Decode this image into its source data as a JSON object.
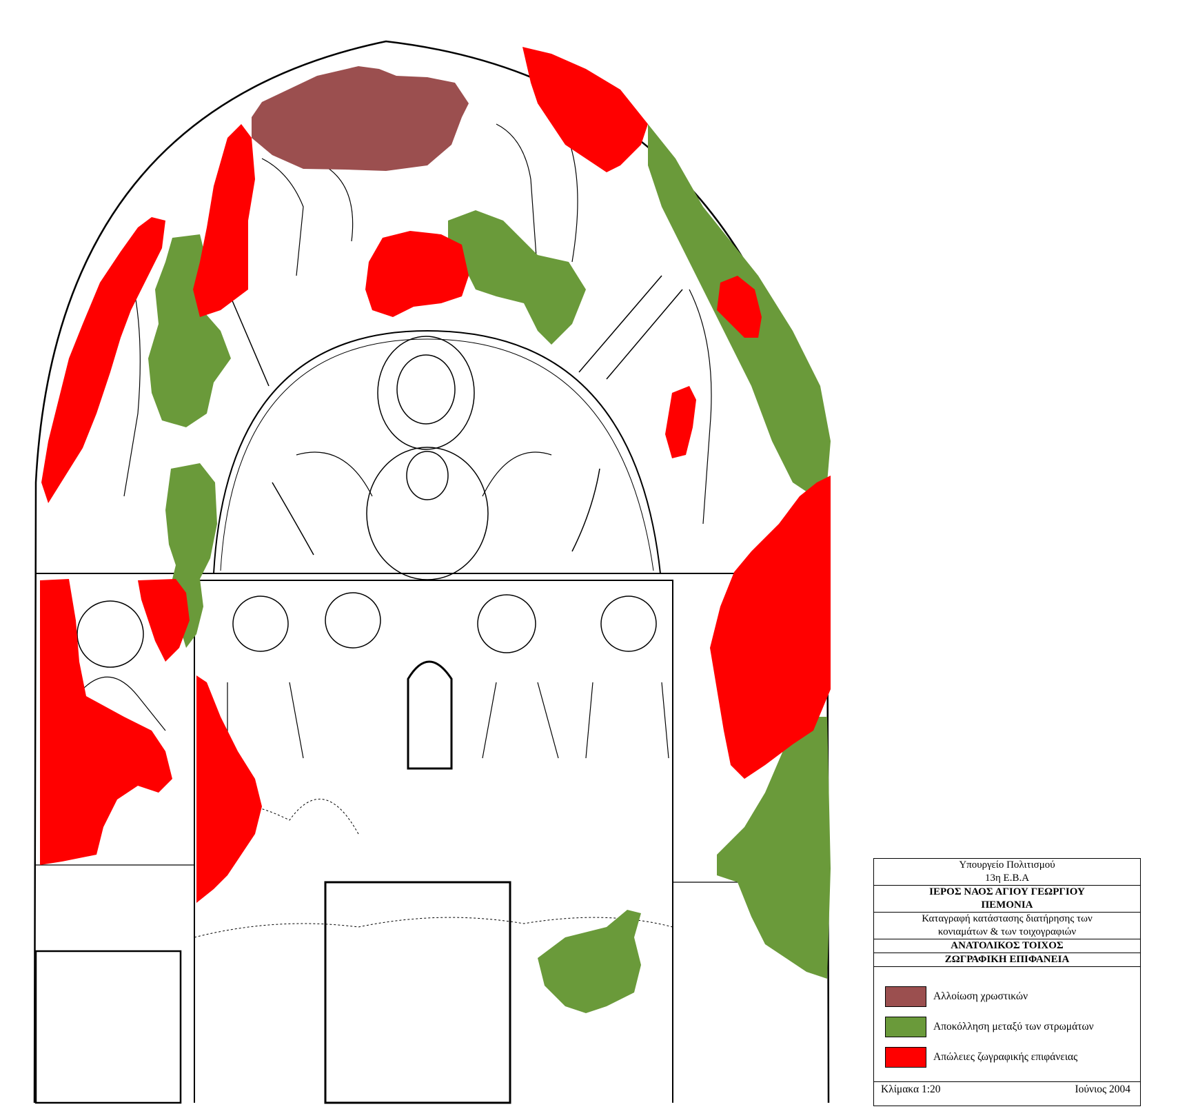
{
  "drawing": {
    "colors": {
      "pigment_alteration": "#9b4f4f",
      "detachment": "#6a9a3a",
      "paint_loss": "#ff0000",
      "line": "#000000"
    }
  },
  "legend": {
    "ministry": "Υπουργείο Πολιτισμού",
    "ephorate": "13η Ε.Β.Α",
    "church": "ΙΕΡΟΣ ΝΑΟΣ ΑΓΙΟΥ ΓΕΩΡΓΙΟΥ",
    "village": "ΠΕΜΟΝΙΑ",
    "subject_line1": "Καταγραφή κατάστασης διατήρησης των",
    "subject_line2": "κονιαμάτων & των τοιχογραφιών",
    "wall": "ΑΝΑΤΟΛΙΚΟΣ ΤΟΙΧΟΣ",
    "surface": "ΖΩΓΡΑΦΙΚΗ ΕΠΙΦΑΝΕΙΑ",
    "keys": [
      {
        "label": "Αλλοίωση χρωστικών",
        "color": "#9b4f4f"
      },
      {
        "label": "Αποκόλληση μεταξύ των στρωμάτων",
        "color": "#6a9a3a"
      },
      {
        "label": "Απώλειες ζωγραφικής επιφάνειας",
        "color": "#ff0000"
      }
    ],
    "scale": "Κλίμακα 1:20",
    "date": "Ιούνιος 2004"
  }
}
